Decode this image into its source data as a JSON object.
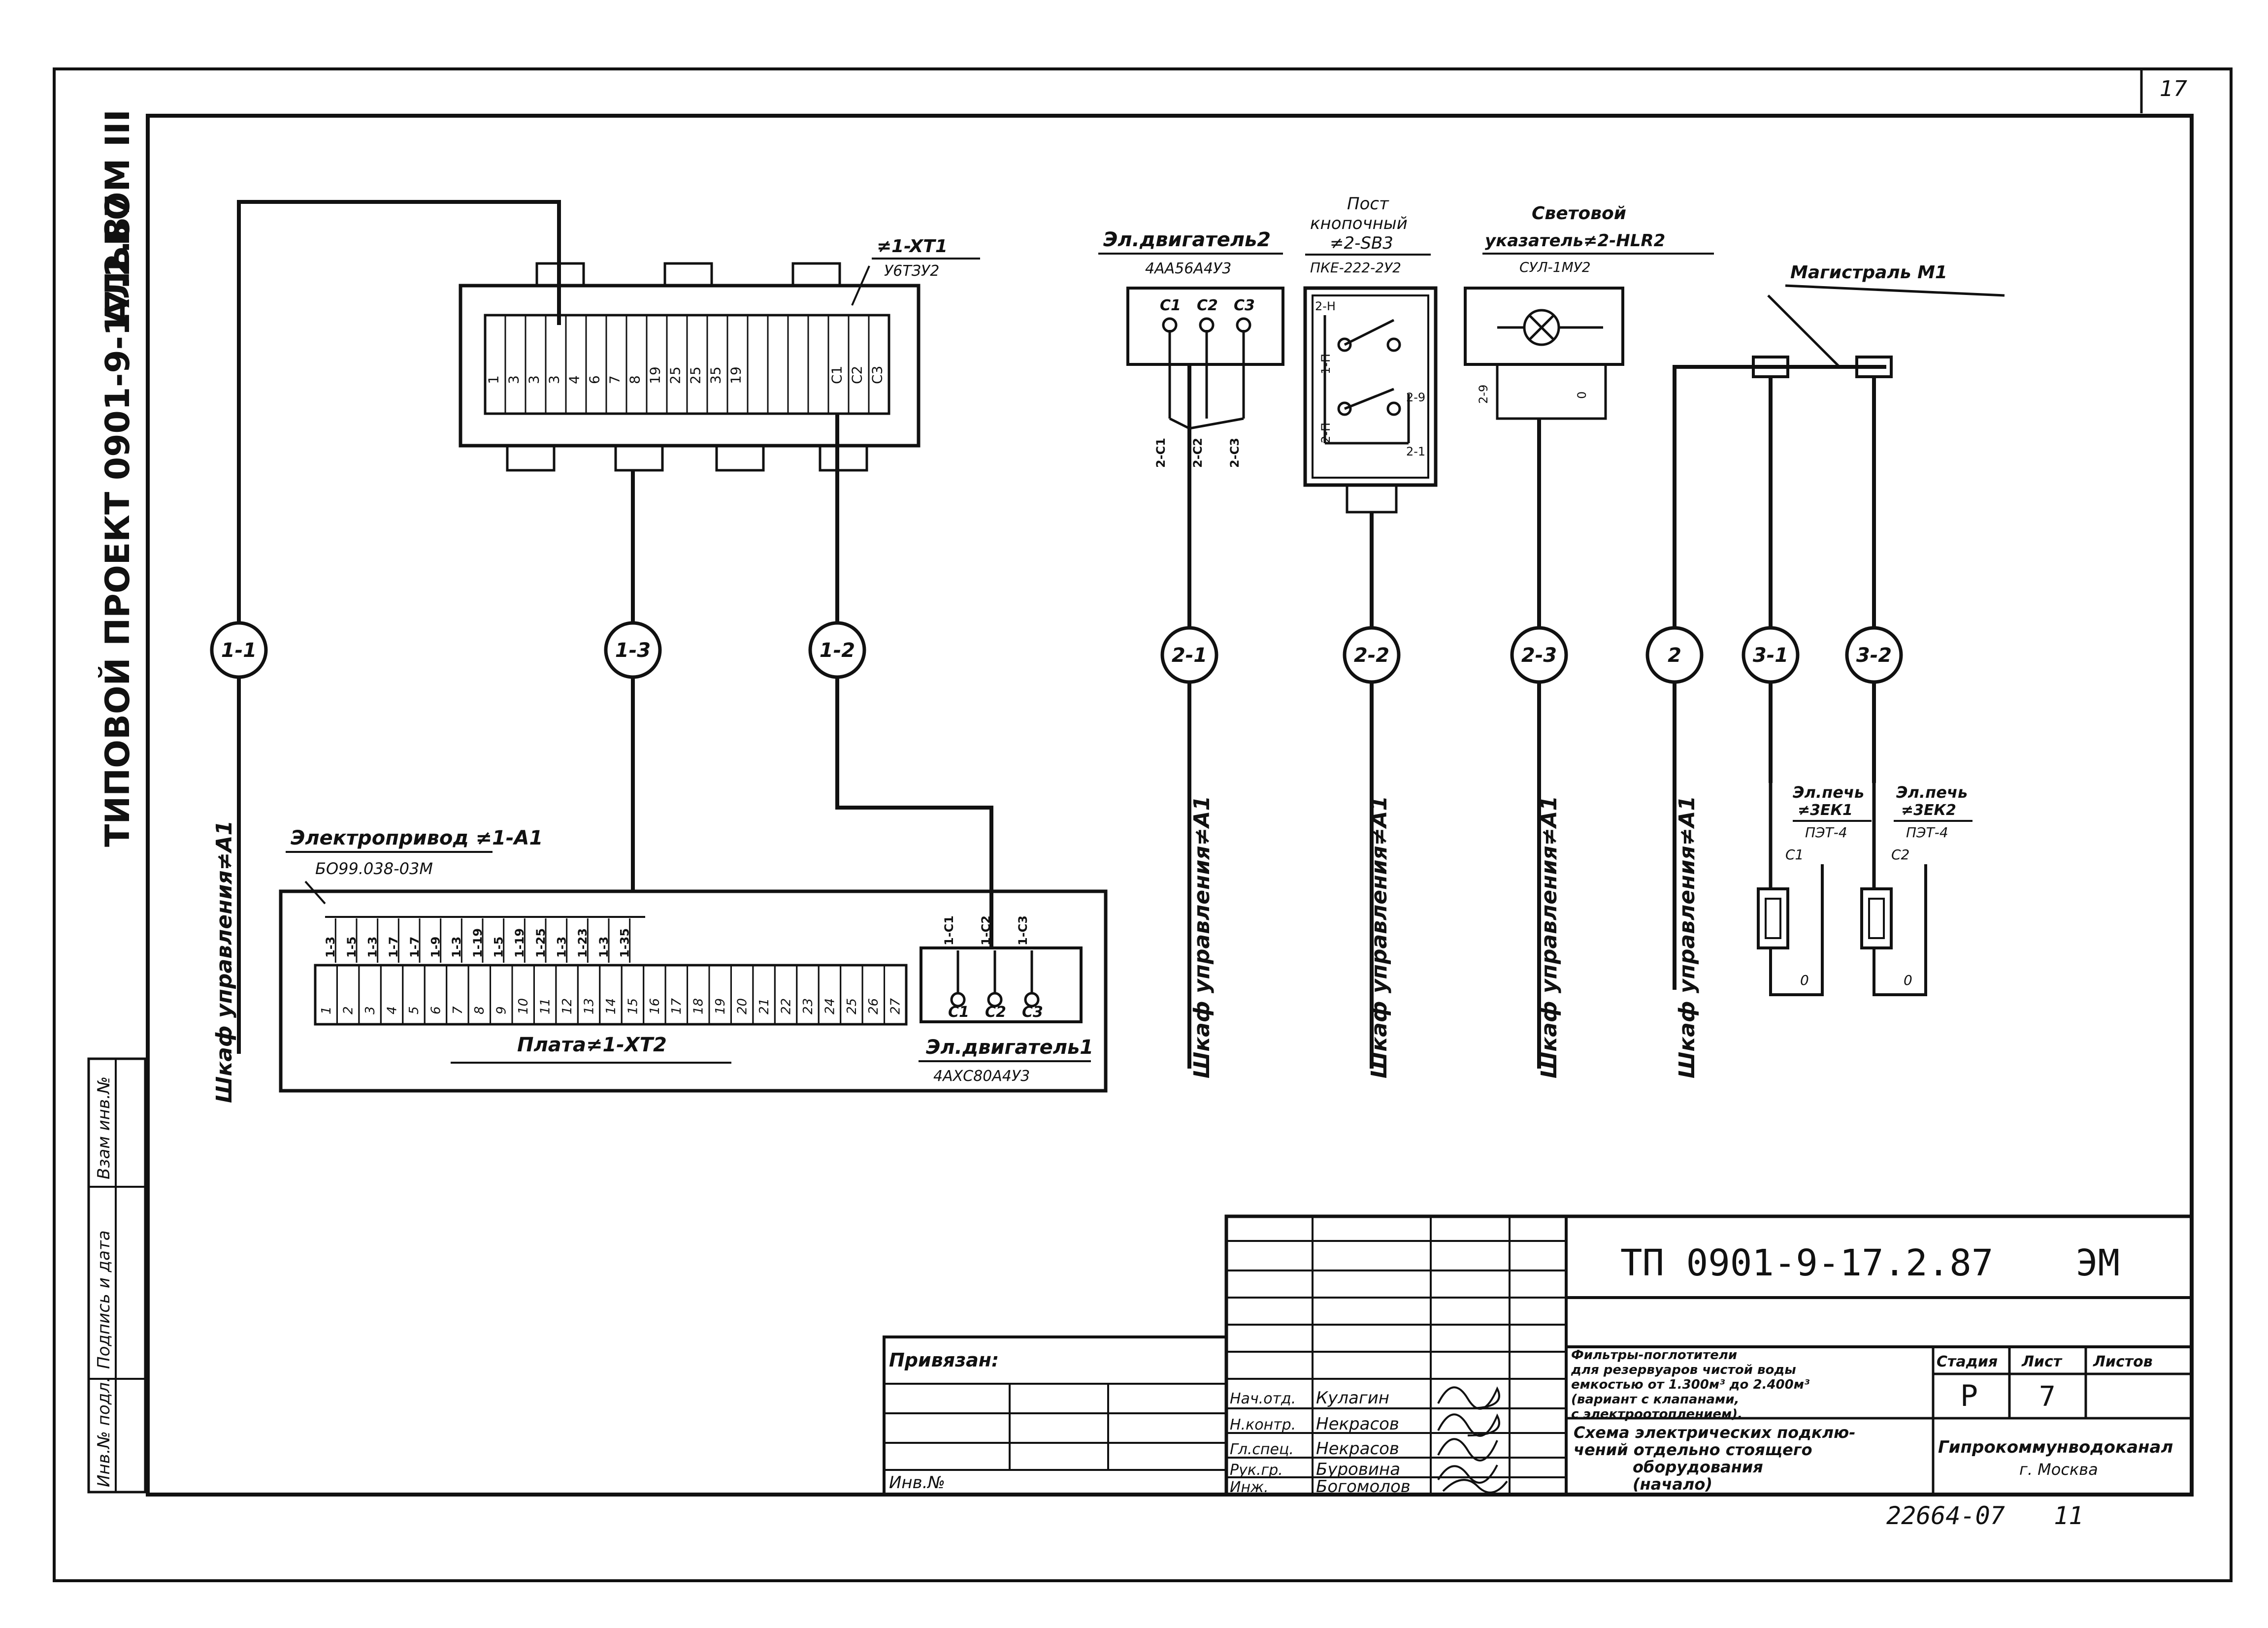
{
  "sheet_corner": "17",
  "side_title": {
    "project": "ТИПОВОЙ ПРОЕКТ 0901-9-17.2.87",
    "album": "АЛЬБОМ III"
  },
  "side_stamp": {
    "inv_podl": "Инв.№ подл.",
    "podpis_data": "Подпись и дата",
    "vzam": "Взам инв.№"
  },
  "terminal_block_1": {
    "label": "≠1-XT1",
    "sublabel": "У6ТЗУ2",
    "terminals": [
      "1",
      "3",
      "3",
      "3",
      "4",
      "6",
      "7",
      "8",
      "19",
      "25",
      "25",
      "35",
      "19",
      "",
      "",
      "",
      "",
      "C1",
      "C2",
      "C3"
    ]
  },
  "motor_2": {
    "label": "Эл.двигатель2",
    "sublabel": "4АА56А4У3",
    "pins": [
      "C1",
      "C2",
      "C3"
    ],
    "wires": [
      "2-C1",
      "2-C2",
      "2-C3"
    ]
  },
  "push_button": {
    "label1": "Пост",
    "label2": "кнопочный",
    "label3": "≠2-SB3",
    "sublabel": "ПКЕ-222-2У2",
    "marks": [
      "2-Н",
      "1-П",
      "2-П",
      "2-9",
      "2-1"
    ]
  },
  "light_indicator": {
    "label1": "Световой",
    "label2": "указатель≠2-HLR2",
    "sublabel": "СУЛ-1МУ2",
    "marks": [
      "2-9",
      "0"
    ]
  },
  "trunk": {
    "label": "Магистраль М1"
  },
  "cable_markers": [
    "1-1",
    "1-3",
    "1-2",
    "2-1",
    "2-2",
    "2-3",
    "2",
    "3-1",
    "3-2"
  ],
  "cabinet_label": "Шкаф управления≠А1",
  "actuator": {
    "label": "Электропривод ≠1-А1",
    "sublabel": "БО99.038-03М"
  },
  "board": {
    "label": "Плата≠1-XT2",
    "wire_marks": [
      "1-3",
      "1-5",
      "1-3",
      "1-7",
      "1-7",
      "1-9",
      "1-3",
      "1-19",
      "1-5",
      "1-19",
      "1-25",
      "1-3",
      "1-23",
      "1-3",
      "1-35"
    ],
    "terminals": [
      "1",
      "2",
      "3",
      "4",
      "5",
      "6",
      "7",
      "8",
      "9",
      "10",
      "11",
      "12",
      "13",
      "14",
      "15",
      "16",
      "17",
      "18",
      "19",
      "20",
      "21",
      "22",
      "23",
      "24",
      "25",
      "26",
      "27"
    ]
  },
  "motor_1": {
    "label": "Эл.двигатель1",
    "sublabel": "4АХС80А4У3",
    "pins": [
      "C1",
      "C2",
      "C3"
    ],
    "wires": [
      "1-C1",
      "1-C2",
      "1-C3"
    ]
  },
  "heaters": [
    {
      "label": "Эл.печь",
      "pos": "≠3ЕК1",
      "type": "ПЭТ-4",
      "mark": "C1",
      "bottom": "0"
    },
    {
      "label": "Эл.печь",
      "pos": "≠3ЕК2",
      "type": "ПЭТ-4",
      "mark": "C2",
      "bottom": "0"
    }
  ],
  "title_block": {
    "code": "ТП 0901-9-17.2.87",
    "mark": "ЭМ",
    "privyazan": "Привязан:",
    "inv_no": "Инв.№",
    "roles": [
      "Нач.отд.",
      "Н.контр.",
      "Гл.спец.",
      "Рук.гр.",
      "Инж."
    ],
    "names": [
      "Кулагин",
      "Некрасов",
      "Некрасов",
      "Буровина",
      "Богомолов"
    ],
    "desc_lines": [
      "Фильтры-поглотители",
      "для резервуаров чистой воды",
      "емкостью от 1.300м³ до 2.400м³",
      "(вариант с клапанами,",
      "с электроотоплением)."
    ],
    "sheet_title_lines": [
      "Схема электрических подклю-",
      "чений отдельно стоящего",
      "оборудования",
      "(начало)"
    ],
    "stage_header": "Стадия",
    "sheet_header": "Лист",
    "sheets_header": "Листов",
    "stage": "Р",
    "sheet": "7",
    "org_line1": "Гипрокоммунводоканал",
    "org_line2": "г. Москва",
    "archive": "22664-07",
    "archive_sheet": "11"
  }
}
